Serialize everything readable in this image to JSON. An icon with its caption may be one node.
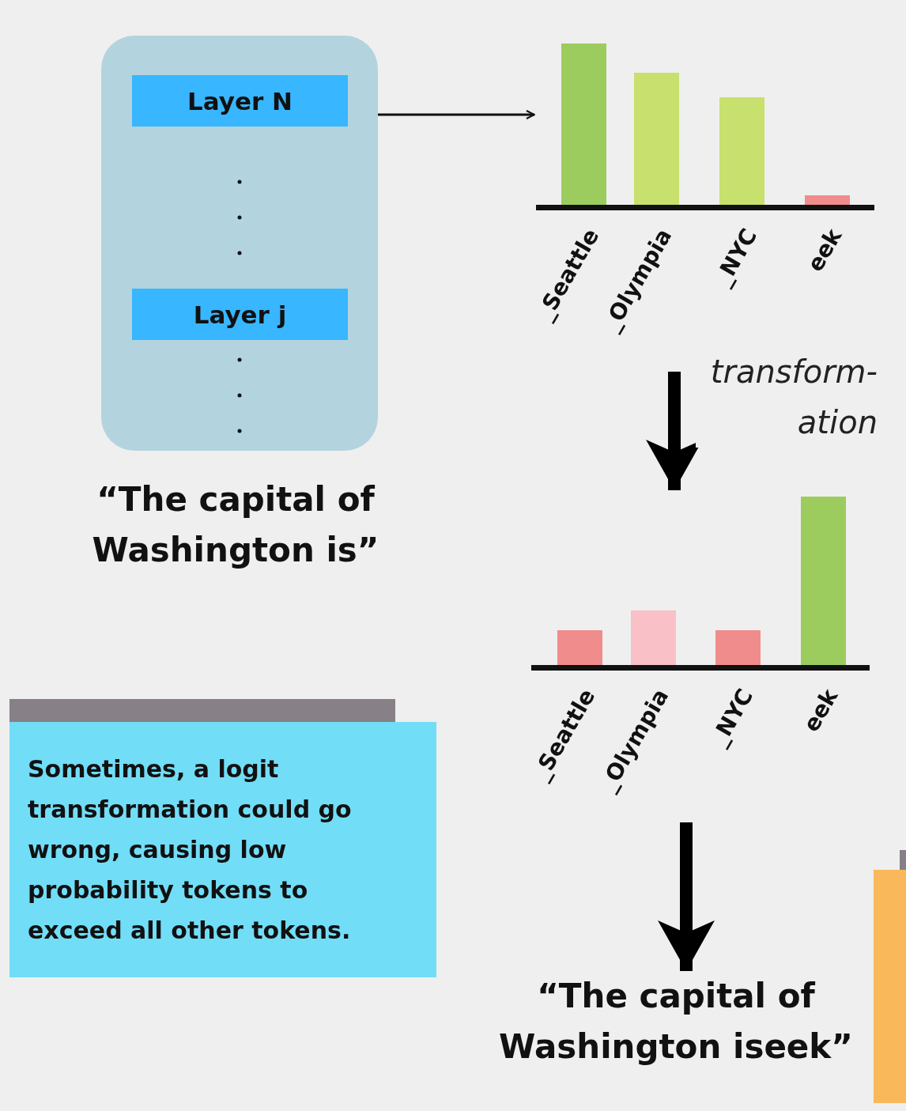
{
  "diagram": {
    "nodes": [
      {
        "text": [
          "“The capital of Washington is”"
        ]
      },
      {
        "text": [
          "Layer N"
        ],
        "in": 0
      },
      {
        "text": [
          "Layer j"
        ],
        "in": 0
      },
      {
        "text": [
          "_Seattle",
          "_Olympia",
          "_NYC",
          "eek"
        ]
      },
      {
        "text": [
          "_Seattle",
          "_Olympia",
          "_NYC",
          "eek"
        ]
      },
      {
        "text": [
          "“The capital of Washington iseek”"
        ]
      },
      {
        "text": [
          "Sometimes, a logit transformation could go wrong, causing low probability tokens to exceed all other tokens."
        ]
      }
    ],
    "edges": [
      {
        "from": 0,
        "to": 3,
        "arrow": "to"
      },
      {
        "from": 3,
        "to": 4,
        "arrow": "to",
        "label": "transform- ation"
      },
      {
        "from": 4,
        "to": 5,
        "arrow": "to"
      }
    ]
  }
}
